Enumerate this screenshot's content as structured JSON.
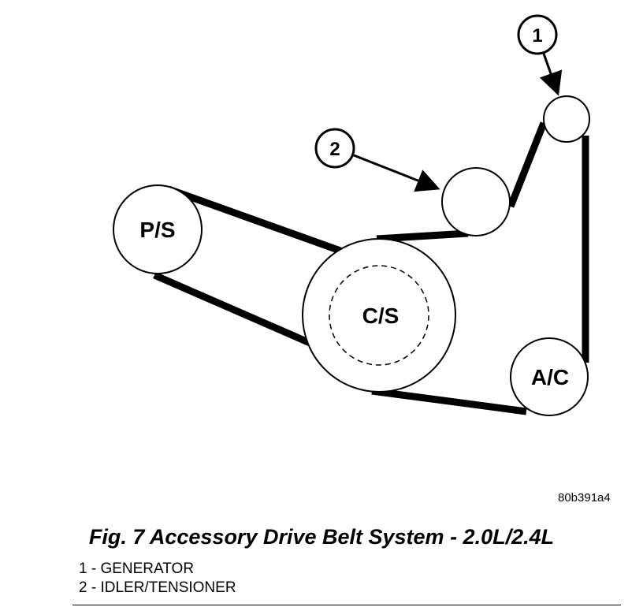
{
  "diagram": {
    "pulleys": {
      "ps": {
        "label": "P/S"
      },
      "cs": {
        "label": "C/S"
      },
      "ac": {
        "label": "A/C"
      },
      "generator": {
        "label": ""
      },
      "idler": {
        "label": ""
      }
    },
    "callouts": [
      {
        "number": "1"
      },
      {
        "number": "2"
      }
    ],
    "figure_id": "80b391a4"
  },
  "caption": "Fig. 7 Accessory Drive Belt System - 2.0L/2.4L",
  "legend": [
    {
      "text": "1 - GENERATOR"
    },
    {
      "text": "2 - IDLER/TENSIONER"
    }
  ],
  "colors": {
    "line": "#000000",
    "background": "#ffffff"
  }
}
